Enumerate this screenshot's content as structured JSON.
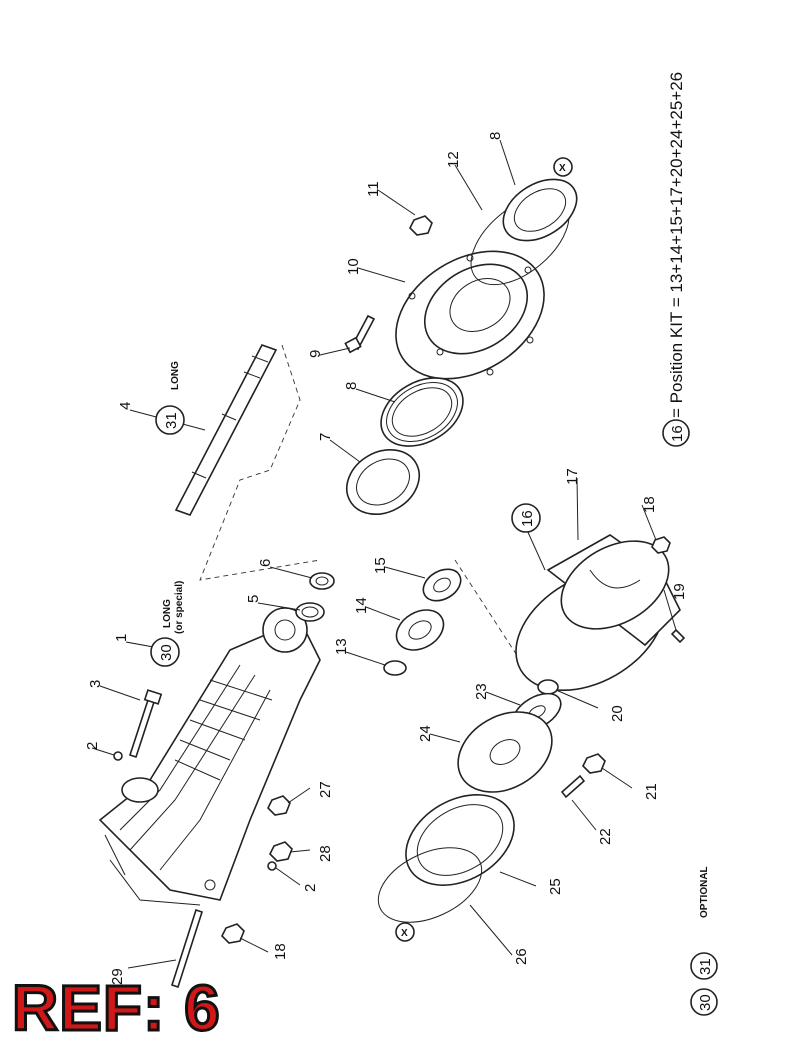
{
  "diagram": {
    "part_labels": [
      "1",
      "2",
      "3",
      "4",
      "5",
      "6",
      "7",
      "8",
      "9",
      "10",
      "11",
      "12",
      "8",
      "13",
      "14",
      "15",
      "16",
      "17",
      "18",
      "19",
      "20",
      "21",
      "22",
      "23",
      "24",
      "25",
      "26",
      "27",
      "28",
      "2",
      "29",
      "18",
      "30",
      "31"
    ],
    "callout_long_special_1": "LONG",
    "callout_long_special_2": "(or special)",
    "callout_long": "LONG",
    "circled_30": "30",
    "circled_31": "31",
    "circled_16": "16",
    "kit_text": "= Position KIT = 13+14+15+17+20+24+25+26",
    "optional_text": "OPTIONAL",
    "legend_30": "30",
    "legend_31": "31",
    "x_mark": "X"
  },
  "ref_badge": "REF: 6"
}
